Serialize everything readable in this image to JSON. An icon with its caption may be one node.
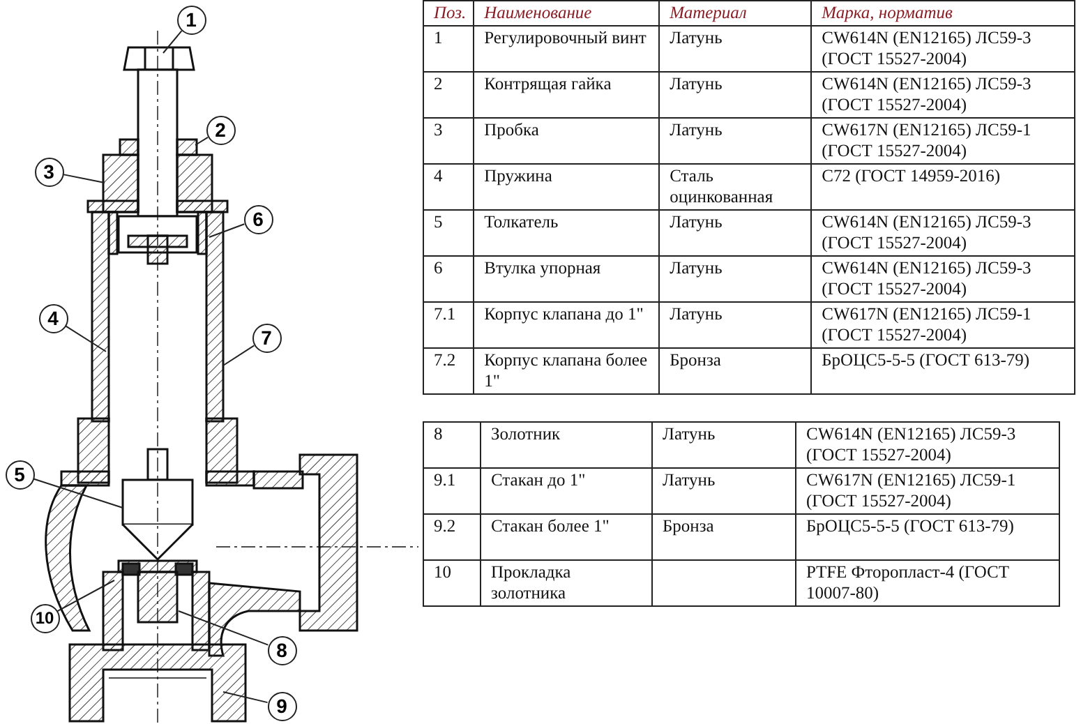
{
  "diagram": {
    "nodes": [
      {
        "text": [
          "1"
        ]
      },
      {
        "text": [
          "2"
        ]
      },
      {
        "text": [
          "3"
        ]
      },
      {
        "text": [
          "4"
        ]
      },
      {
        "text": [
          "5"
        ]
      },
      {
        "text": [
          "6"
        ]
      },
      {
        "text": [
          "7"
        ]
      },
      {
        "text": [
          "8"
        ]
      },
      {
        "text": [
          "9"
        ]
      },
      {
        "text": [
          "10"
        ]
      }
    ],
    "edges": [
      {
        "from": 0,
        "to": null,
        "arrow": "none"
      },
      {
        "from": 1,
        "to": null,
        "arrow": "none"
      },
      {
        "from": 2,
        "to": null,
        "arrow": "none"
      },
      {
        "from": 3,
        "to": null,
        "arrow": "none"
      },
      {
        "from": 4,
        "to": null,
        "arrow": "none"
      },
      {
        "from": 5,
        "to": null,
        "arrow": "none"
      },
      {
        "from": 6,
        "to": null,
        "arrow": "none"
      },
      {
        "from": 7,
        "to": null,
        "arrow": "none"
      },
      {
        "from": 8,
        "to": null,
        "arrow": "none"
      },
      {
        "from": 9,
        "to": null,
        "arrow": "none"
      }
    ],
    "labels": [
      "Поз.",
      "Наименование",
      "Материал",
      "Марка, норматив",
      "1",
      "Регулировочный винт",
      "Латунь",
      "CW614N (EN12165) ЛС59-3 (ГОСТ 15527-2004)",
      "2",
      "Контрящая гайка",
      "Латунь",
      "CW614N (EN12165) ЛС59-3 (ГОСТ 15527-2004)",
      "3",
      "Пробка",
      "Латунь",
      "CW617N (EN12165) ЛС59-1 (ГОСТ 15527-2004)",
      "4",
      "Пружина",
      "Сталь оцинкованная",
      "C72 (ГОСТ 14959-2016)",
      "5",
      "Толкатель",
      "Латунь",
      "CW614N (EN12165) ЛС59-3 (ГОСТ 15527-2004)",
      "6",
      "Втулка упорная",
      "Латунь",
      "CW614N (EN12165) ЛС59-3 (ГОСТ 15527-2004)",
      "7.1",
      "Корпус клапана до 1\"",
      "Латунь",
      "CW617N (EN12165) ЛС59-1 (ГОСТ 15527-2004)",
      "7.2",
      "Корпус клапана более 1\"",
      "Бронза",
      "БрОЦС5-5-5 (ГОСТ 613-79)",
      "8",
      "Золотник",
      "Латунь",
      "CW614N (EN12165) ЛС59-3 (ГОСТ 15527-2004)",
      "9.1",
      "Стакан до 1\"",
      "Латунь",
      "CW617N (EN12165) ЛС59-1 (ГОСТ 15527-2004)",
      "9.2",
      "Стакан более 1\"",
      "Бронза",
      "БрОЦС5-5-5 (ГОСТ 613-79)",
      "10",
      "Прокладка золотника",
      "PTFE Фторопласт-4 (ГОСТ 10007-80)"
    ]
  }
}
